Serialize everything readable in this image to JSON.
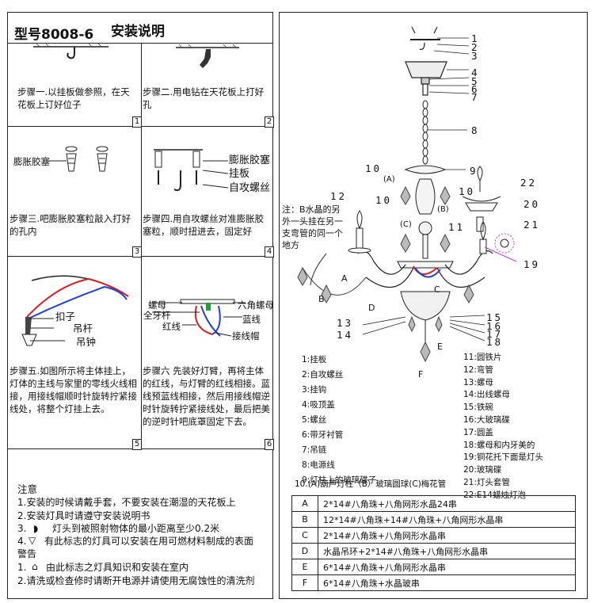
{
  "model": "型号8008-6",
  "title": "安装说明",
  "steps": [
    {
      "n": "1",
      "text": "步骤一.以挂板做参照，在天花板上订好位子"
    },
    {
      "n": "2",
      "text": "步骤二.用电钻在天花板上打好孔"
    },
    {
      "n": "3",
      "text": "步骤三.吧膨胀胶塞粒敲入打好的孔内",
      "label": "膨胀胶塞"
    },
    {
      "n": "4",
      "text": "步骤四.用自攻螺丝对准膨胀胶塞粒，顺时扭进去，固定好",
      "labels": [
        "膨胀胶塞",
        "挂板",
        "自攻螺丝"
      ]
    },
    {
      "n": "5",
      "text": "步骤五.如图所示将主体挂上，灯体的主线与家里的零线火线相接，用接线帽顺时针旋转拧紧接线处，将整个灯挂上去。",
      "labels": [
        "扣子",
        "吊杆",
        "吊钟"
      ]
    },
    {
      "n": "6",
      "text": "步骤六 先装好灯臂，再将主体的红线，与灯臂的红线相接。蓝线预蓝线相接，然后用接线帽逆时针旋转拧紧接线处，最后把美的逆时针吧底罩固定下去。",
      "labels": [
        "螺母",
        "全牙杆",
        "红线",
        "六角螺母",
        "蓝线",
        "接线帽"
      ]
    }
  ],
  "notes": {
    "heading": "注意",
    "items": [
      "1.安装的时候请戴手套，不要安装在潮湿的天花板上",
      "2.安装灯具时请遵守安装说明书",
      "3.",
      "灯头到被照射物体的最小距离至少0.2米",
      "4.",
      "有此标志的灯具可以安装在用可燃材料制成的表面",
      "警告",
      "1.",
      "由此标志之灯具知识和安装在室内",
      "2.请洗或检查修时请断开电源并请使用无腐蚀性的清洗剂"
    ]
  },
  "diagram": {
    "callouts": [
      "1",
      "2",
      "3",
      "4",
      "5",
      "6",
      "7",
      "8",
      "9",
      "10",
      "(A)",
      "(B)",
      "(C)",
      "10",
      "10",
      "11",
      "12",
      "13",
      "14",
      "15",
      "16",
      "17",
      "18",
      "19",
      "20",
      "21",
      "22",
      "A",
      "B",
      "C",
      "D",
      "E",
      "F"
    ],
    "note": "注：B水晶的另外一头挂在另一支弯管的同一个地方"
  },
  "parts_left": [
    "1:挂板",
    "2:自攻螺丝",
    "3:挂钩",
    "4:吸顶盖",
    "5:螺丝",
    "6:带牙衬管",
    "7:吊链",
    "8:电源线",
    "9:灯柱上的玻璃碟子",
    "10.(A)葫芦灯柱（B）玻璃圆球(C)梅花管"
  ],
  "parts_right": [
    "11:圆铁片",
    "12:弯管",
    "13:螺母",
    "14:出线螺母",
    "15:铁碗",
    "16:大玻璃碟",
    "17:圆盖",
    "18:螺母和内牙美的",
    "19:铜花托下面是灯头",
    "20:玻璃碟",
    "21:灯头套管",
    "22:E14蜡烛灯泡"
  ],
  "spec": [
    {
      "k": "A",
      "v": "2*14#八角珠+八角网形水晶24串"
    },
    {
      "k": "B",
      "v": "12*14#八角珠+14#八角珠+八角网形水晶串"
    },
    {
      "k": "C",
      "v": "2*14#八角珠+八角网形水晶串"
    },
    {
      "k": "D",
      "v": "水晶吊环+2*14#八角珠+八角网形水晶串"
    },
    {
      "k": "E",
      "v": "6*14#八角珠+八角网形水晶串"
    },
    {
      "k": "F",
      "v": "6*14#八角珠+水晶玻串"
    }
  ],
  "colors": {
    "red": "#d42020",
    "blue": "#2040d0",
    "green": "#22a040",
    "purple": "#b040c0"
  }
}
